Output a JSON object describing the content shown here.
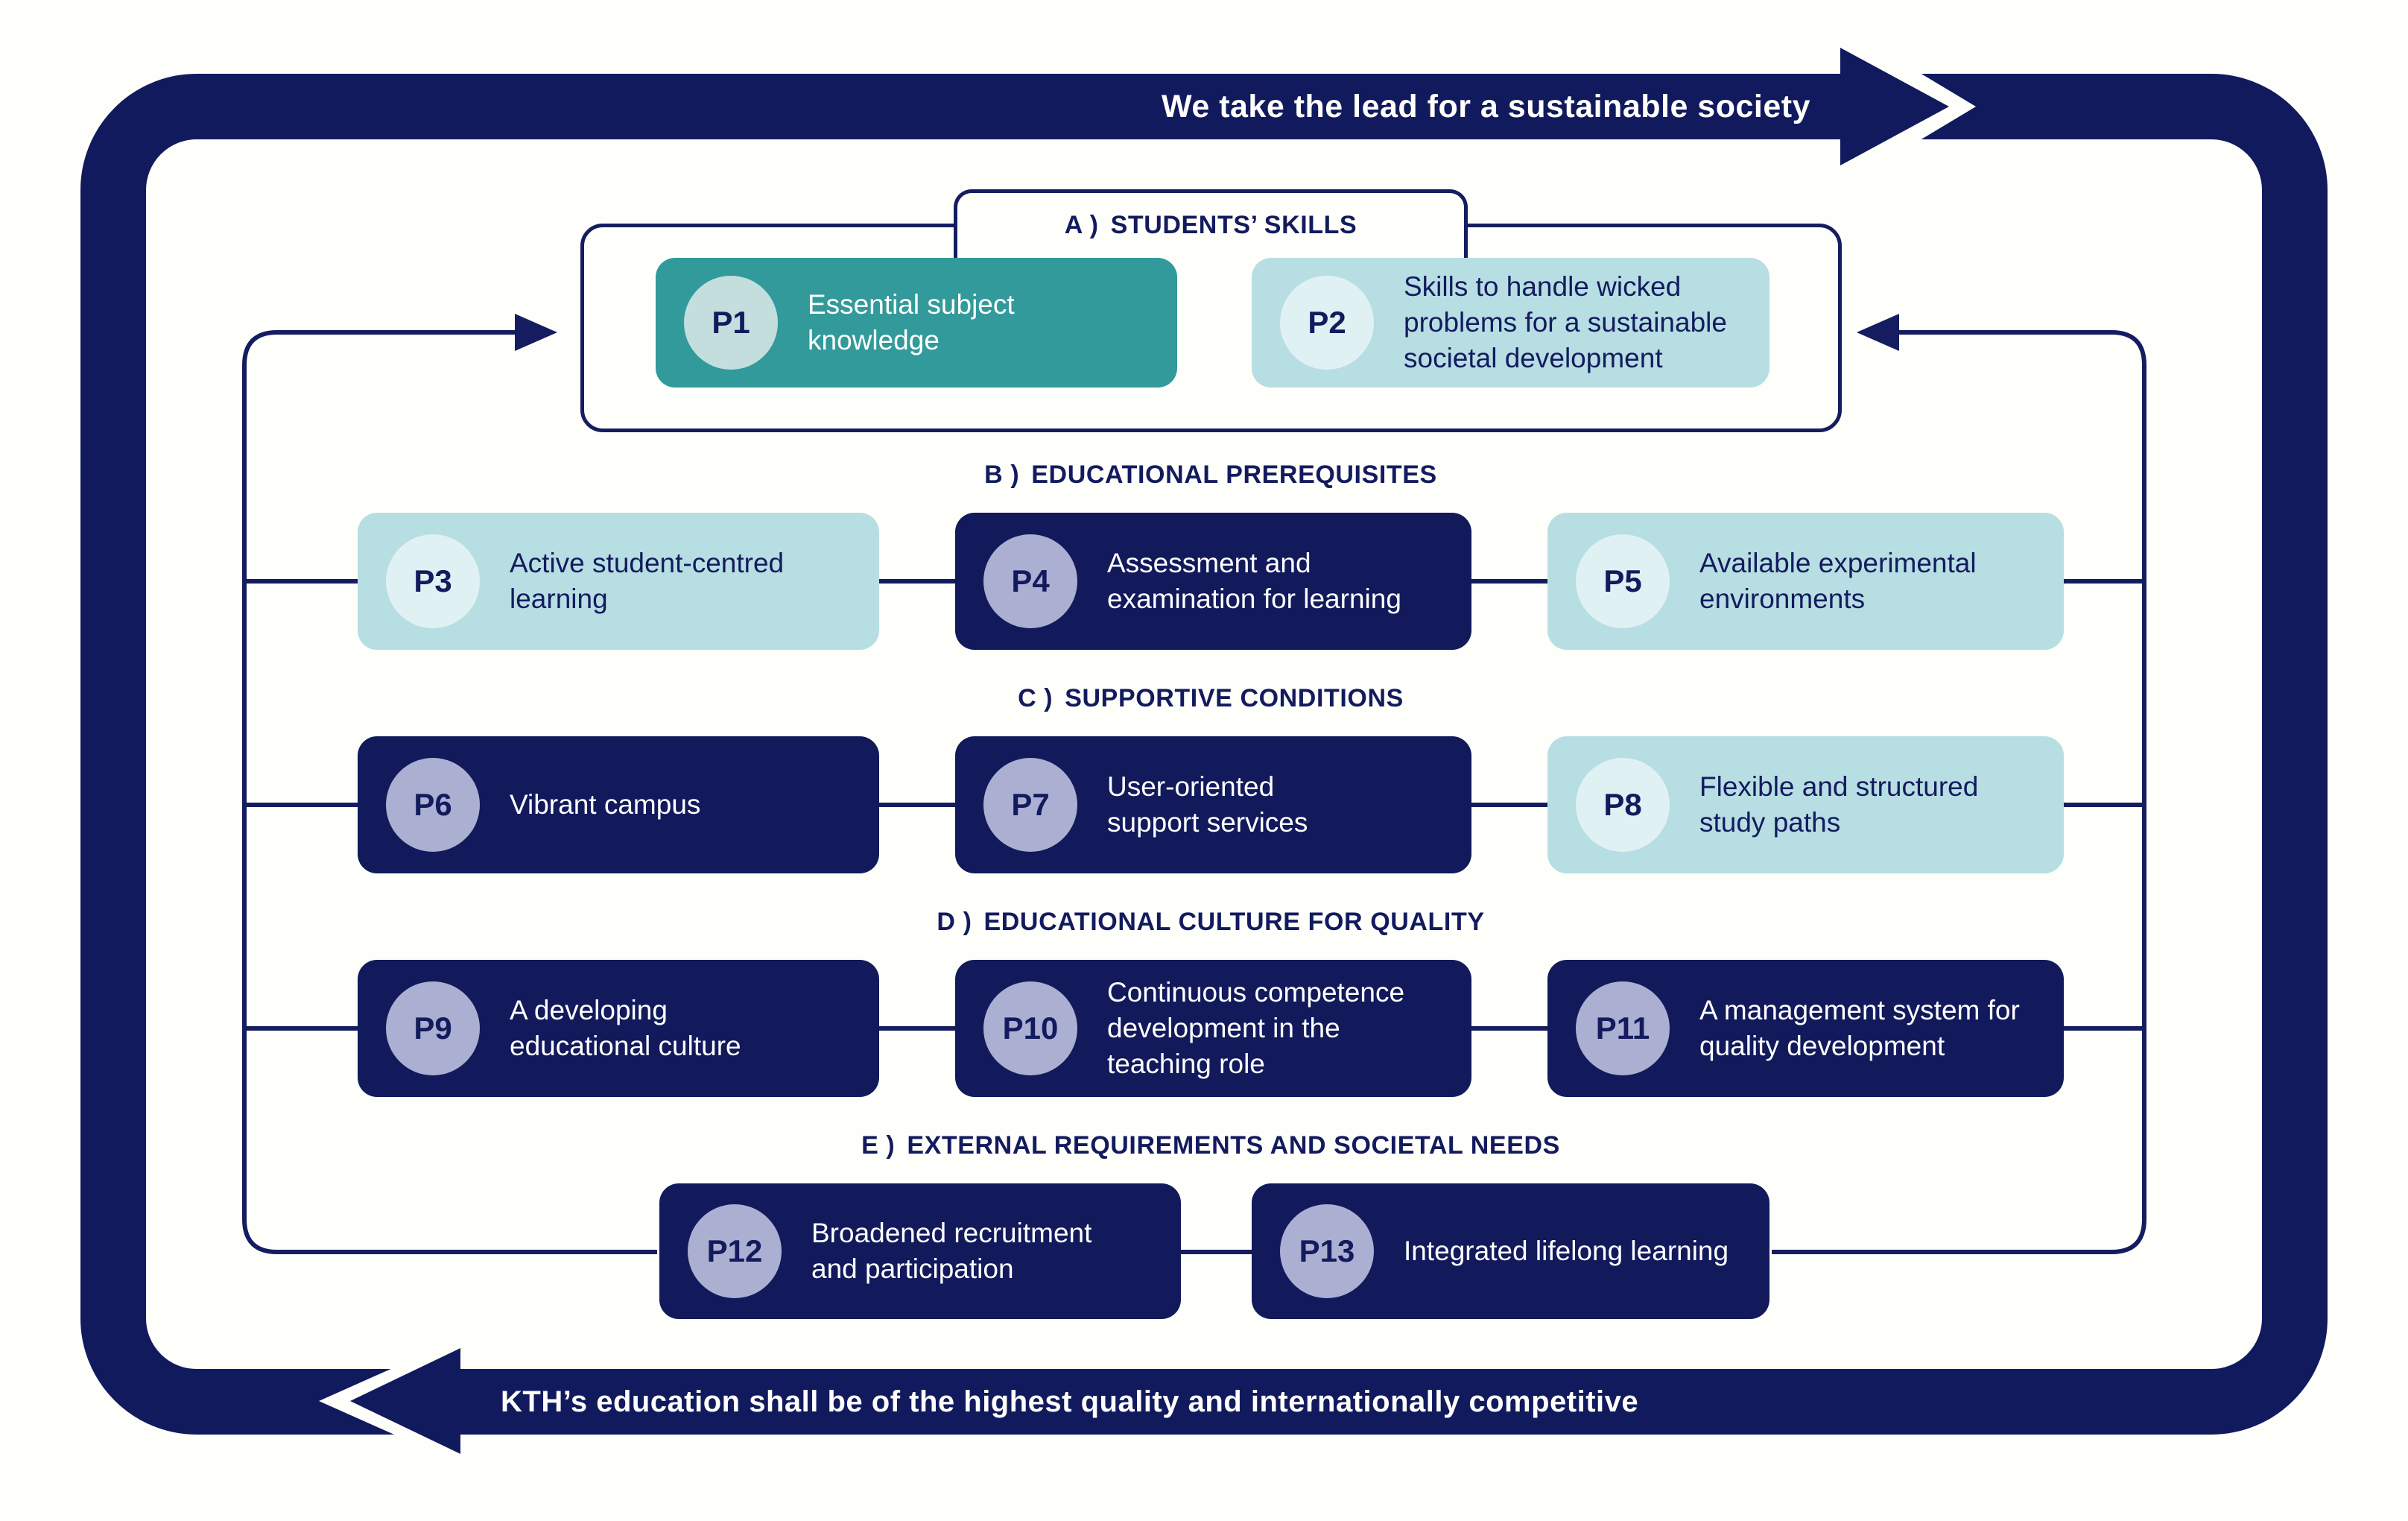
{
  "banner_top": {
    "text": "We take the lead for a sustainable society"
  },
  "banner_bottom": {
    "text": "KTH’s education shall be of the highest quality and internationally competitive"
  },
  "sections": {
    "a": {
      "prefix": "A )",
      "title": "STUDENTS’ SKILLS"
    },
    "b": {
      "prefix": "B )",
      "title": "EDUCATIONAL PREREQUISITES"
    },
    "c": {
      "prefix": "C )",
      "title": "SUPPORTIVE CONDITIONS"
    },
    "d": {
      "prefix": "D )",
      "title": "EDUCATIONAL CULTURE FOR QUALITY"
    },
    "e": {
      "prefix": "E )",
      "title": "EXTERNAL REQUIREMENTS AND SOCIETAL NEEDS"
    }
  },
  "boxes": {
    "p1": {
      "id": "P1",
      "text": "Essential subject knowledge"
    },
    "p2": {
      "id": "P2",
      "text": "Skills to handle wicked problems for a sustainable societal development"
    },
    "p3": {
      "id": "P3",
      "text": "Active student-centred learning"
    },
    "p4": {
      "id": "P4",
      "text": "Assessment and examination for learning"
    },
    "p5": {
      "id": "P5",
      "text": "Available experimental environments"
    },
    "p6": {
      "id": "P6",
      "text": "Vibrant campus"
    },
    "p7": {
      "id": "P7",
      "text": "User-oriented support services"
    },
    "p8": {
      "id": "P8",
      "text": "Flexible and structured study paths"
    },
    "p9": {
      "id": "P9",
      "text": "A developing educational culture"
    },
    "p10": {
      "id": "P10",
      "text": "Continuous competence development in the teaching role"
    },
    "p11": {
      "id": "P11",
      "text": "A management system for quality development"
    },
    "p12": {
      "id": "P12",
      "text": "Broadened recruitment and participation"
    },
    "p13": {
      "id": "P13",
      "text": "Integrated lifelong learning"
    }
  },
  "colors": {
    "navy": "#121a5c",
    "teal": "#339a9b",
    "light_blue": "#b7dee2",
    "circle_on_navy": "#abb0d2",
    "circle_on_teal": "#c3dedd",
    "circle_on_light": "#e0f1f3",
    "text_navy": "#131b5e",
    "background": "#fefefb"
  }
}
